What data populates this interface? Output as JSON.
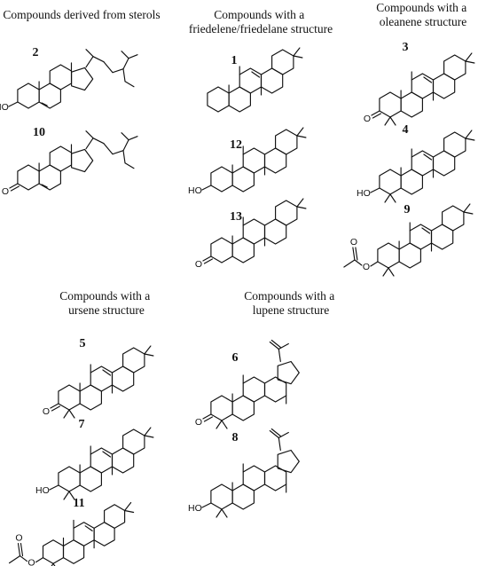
{
  "groups": [
    {
      "title_lines": [
        "Compounds derived from sterols"
      ]
    },
    {
      "title_lines": [
        "Compounds with a",
        "friedelene/friedelane structure"
      ]
    },
    {
      "title_lines": [
        "Compounds with a",
        "oleanene structure"
      ]
    },
    {
      "title_lines": [
        "Compounds with a",
        "ursene structure"
      ]
    },
    {
      "title_lines": [
        "Compounds with a",
        "lupene structure"
      ]
    }
  ],
  "compounds": [
    {
      "number": "2",
      "group": "sterols",
      "skeleton": "sterol",
      "substituent": "HO",
      "double_bond": true
    },
    {
      "number": "10",
      "group": "sterols",
      "skeleton": "sterol",
      "substituent": "O",
      "double_bond": true
    },
    {
      "number": "1",
      "group": "friedelane",
      "skeleton": "pentacyclic",
      "substituent": "",
      "double_bond": true
    },
    {
      "number": "12",
      "group": "friedelane",
      "skeleton": "pentacyclic",
      "substituent": "HO",
      "double_bond": false
    },
    {
      "number": "13",
      "group": "friedelane",
      "skeleton": "pentacyclic",
      "substituent": "O",
      "double_bond": false
    },
    {
      "number": "3",
      "group": "oleanene",
      "skeleton": "pentacyclic",
      "substituent": "O",
      "double_bond": true
    },
    {
      "number": "4",
      "group": "oleanene",
      "skeleton": "pentacyclic",
      "substituent": "HO",
      "double_bond": true
    },
    {
      "number": "9",
      "group": "oleanene",
      "skeleton": "pentacyclic",
      "substituent": "O",
      "double_bond": true,
      "acetate": true
    },
    {
      "number": "5",
      "group": "ursene",
      "skeleton": "pentacyclic",
      "substituent": "O",
      "double_bond": true
    },
    {
      "number": "7",
      "group": "ursene",
      "skeleton": "pentacyclic",
      "substituent": "HO",
      "double_bond": true
    },
    {
      "number": "11",
      "group": "ursene",
      "skeleton": "pentacyclic",
      "substituent": "O",
      "double_bond": true,
      "acetate": true
    },
    {
      "number": "6",
      "group": "lupene",
      "skeleton": "lupane",
      "substituent": "O",
      "double_bond": false,
      "isopropenyl": true
    },
    {
      "number": "8",
      "group": "lupene",
      "skeleton": "lupane",
      "substituent": "HO",
      "double_bond": false,
      "isopropenyl": true
    }
  ]
}
